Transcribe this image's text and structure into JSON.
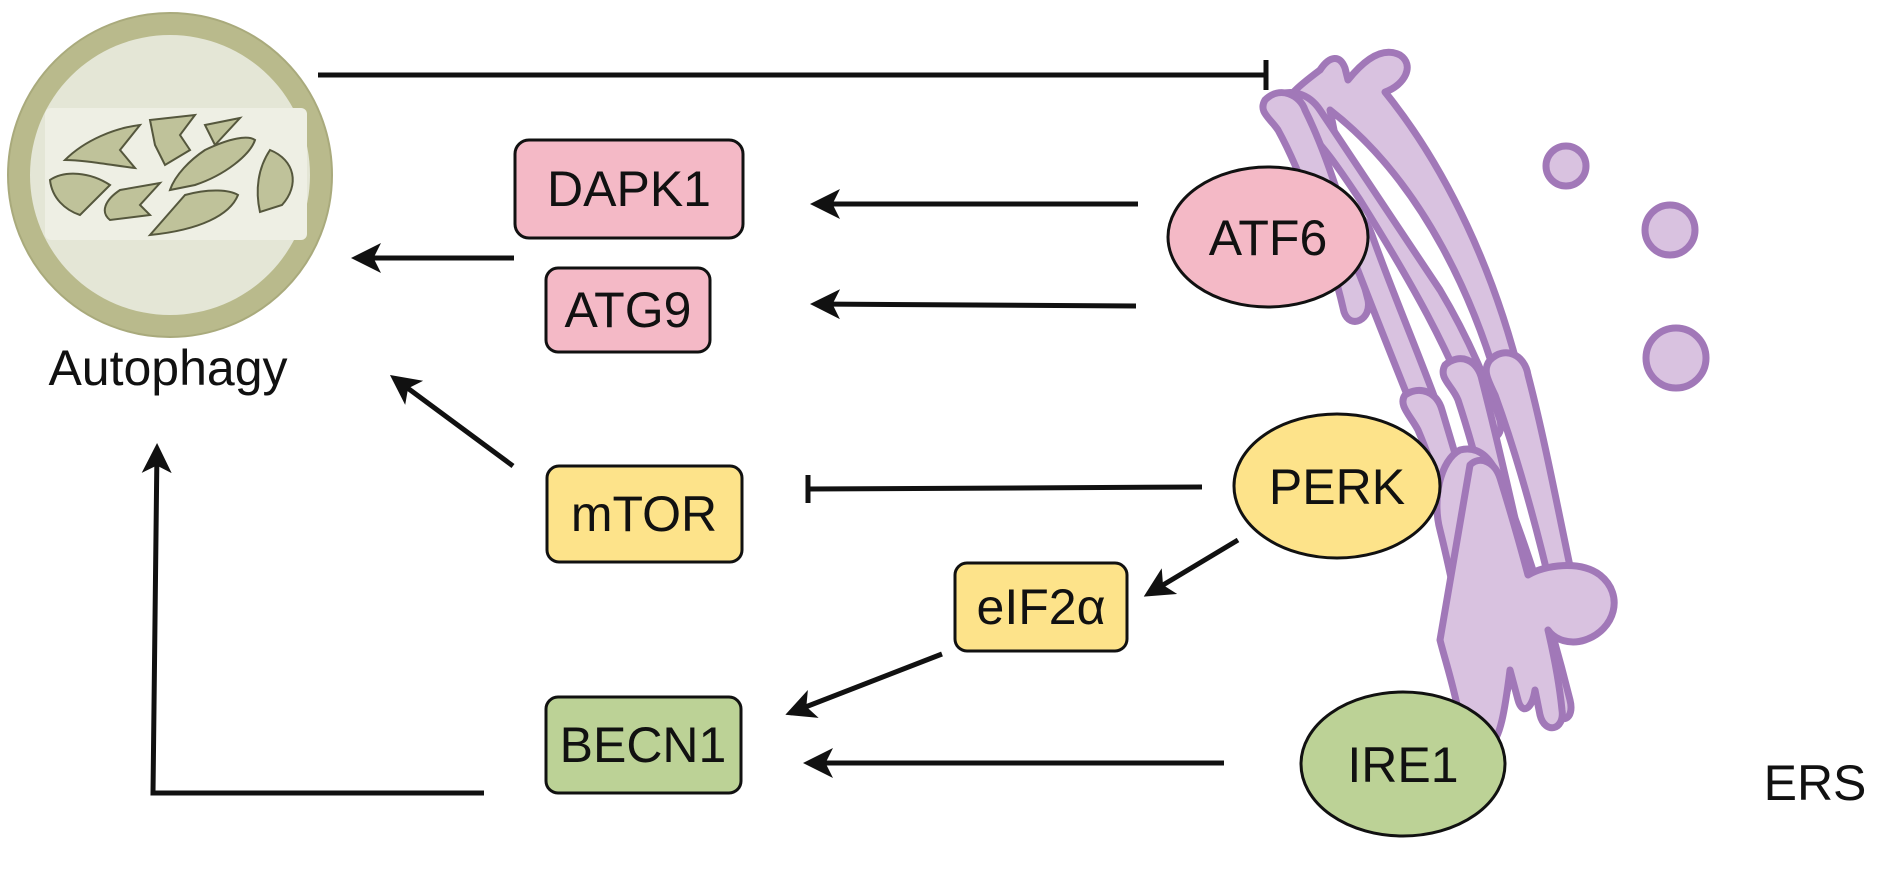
{
  "diagram": {
    "title": "ER stress and autophagy signaling",
    "nodes": {
      "autophagy": {
        "label": "Autophagy",
        "kind": "organelle"
      },
      "ers": {
        "label": "ERS",
        "kind": "organelle"
      },
      "atf6": {
        "label": "ATF6",
        "kind": "sensor",
        "color": "#f4b9c6"
      },
      "perk": {
        "label": "PERK",
        "kind": "sensor",
        "color": "#fde38a"
      },
      "ire1": {
        "label": "IRE1",
        "kind": "sensor",
        "color": "#bcd296"
      },
      "dapk1": {
        "label": "DAPK1",
        "kind": "protein",
        "color": "#f4b9c6"
      },
      "atg9": {
        "label": "ATG9",
        "kind": "protein",
        "color": "#f4b9c6"
      },
      "mtor": {
        "label": "mTOR",
        "kind": "protein",
        "color": "#fde38a"
      },
      "eif2a": {
        "label": "eIF2α",
        "kind": "protein",
        "color": "#fde38a"
      },
      "becn1": {
        "label": "BECN1",
        "kind": "protein",
        "color": "#bcd296"
      }
    },
    "edges": [
      {
        "from": "autophagy",
        "to": "ers",
        "type": "inhibit"
      },
      {
        "from": "atf6",
        "to": "dapk1",
        "type": "activate"
      },
      {
        "from": "atf6",
        "to": "atg9",
        "type": "activate"
      },
      {
        "from": "dapk1_atg9",
        "to": "autophagy",
        "type": "activate"
      },
      {
        "from": "perk",
        "to": "mtor",
        "type": "inhibit"
      },
      {
        "from": "mtor",
        "to": "autophagy",
        "type": "activate"
      },
      {
        "from": "perk",
        "to": "eif2a",
        "type": "activate"
      },
      {
        "from": "eif2a",
        "to": "becn1",
        "type": "activate"
      },
      {
        "from": "ire1",
        "to": "becn1",
        "type": "activate"
      },
      {
        "from": "becn1",
        "to": "autophagy",
        "type": "activate"
      }
    ],
    "colors": {
      "er_fill": "#d9c2e0",
      "er_stroke": "#a178b8",
      "autophagy_ring": "#b9ba8c",
      "autophagy_inner": "#e4e6d6",
      "mito_fill": "#bfc29a",
      "line": "#111111"
    }
  }
}
